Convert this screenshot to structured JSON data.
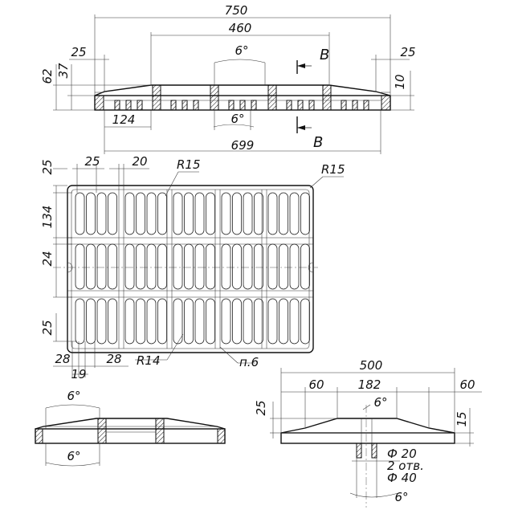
{
  "dims": {
    "top_750": "750",
    "top_460": "460",
    "top_25_left": "25",
    "top_25_right": "25",
    "top_6deg_upper": "6°",
    "top_6deg_lower": "6°",
    "top_62": "62",
    "top_37": "37",
    "top_10": "10",
    "top_124": "124",
    "top_699": "699",
    "section_B_top": "B",
    "section_B_bottom": "B",
    "plan_25_top_left": "25",
    "plan_25_top": "25",
    "plan_20": "20",
    "plan_R15_a": "R15",
    "plan_R15_b": "R15",
    "plan_134": "134",
    "plan_24": "24",
    "plan_25_left_low": "25",
    "plan_28_a": "28",
    "plan_19": "19",
    "plan_28_b": "28",
    "plan_R14": "R14",
    "plan_note": "п.6",
    "side_6deg_upper": "6°",
    "side_6deg_lower": "6°",
    "sec_500": "500",
    "sec_60_left": "60",
    "sec_182": "182",
    "sec_60_right": "60",
    "sec_25": "25",
    "sec_15": "15",
    "sec_6deg_upper": "6°",
    "sec_d20": "Ф 20",
    "sec_2holes": "2 отв.",
    "sec_d40": "Ф 40",
    "sec_6deg_lower": "6°"
  }
}
